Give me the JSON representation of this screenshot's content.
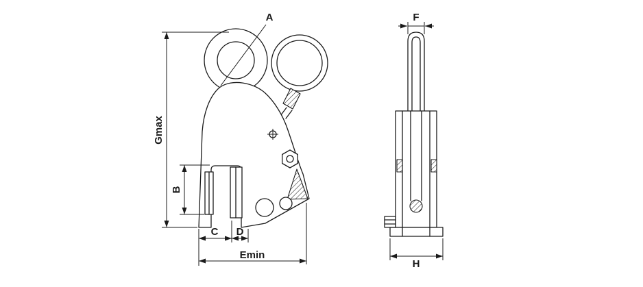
{
  "drawing": {
    "labels": {
      "a": "A",
      "gmax": "Gmax",
      "b": "B",
      "c": "C",
      "d": "D",
      "emin": "Emin",
      "f": "F",
      "h": "H"
    },
    "colors": {
      "ink": "#1a1a1a",
      "background": "#ffffff"
    }
  }
}
